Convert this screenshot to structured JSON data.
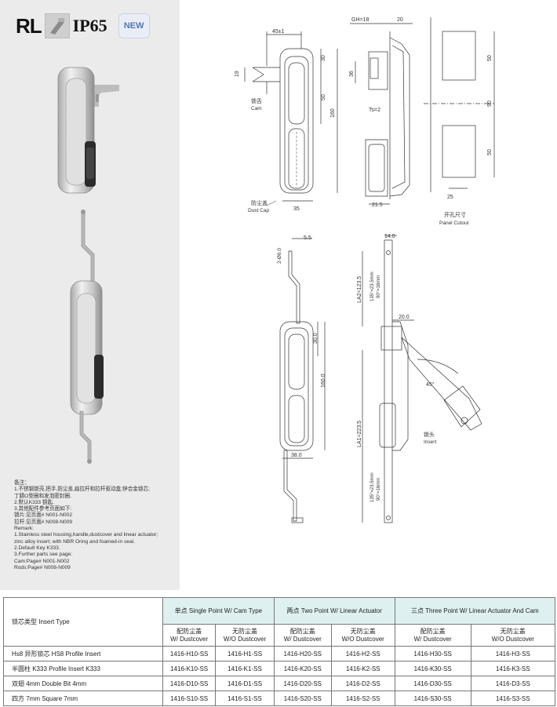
{
  "badges": {
    "rl": "RL",
    "ip": "IP65",
    "new": "NEW"
  },
  "notes": [
    "备注：",
    "1.不锈钢锁壳,把手,防尘盖,扁拉杆和拉杆驱动盒;锌合金锁芯;",
    "丁腈O型圈和发泡密封圈.",
    "2.默认K333 钥匙.",
    "3.其他配件参考页面如下:",
    "锁片:见页面# N001-N002",
    "拉杆:见页面# N008-N009",
    "Remark:",
    "1.Stainless steel housing,handle,dustcover and linear actuator;",
    "zinc alloy insert; with NBR Oring and foamed-in seal.",
    "2.Default Key K333.",
    "3.Further parts see page:",
    "Cam:Page# N001-N002",
    "Rods:Page# N008-N009"
  ],
  "drawing": {
    "dims": {
      "d45": "45±1",
      "d19": "19",
      "d30": "30",
      "d50": "50",
      "d160": "160",
      "d35": "35",
      "gh": "GH=18",
      "d20": "20",
      "d36": "36",
      "d21_5": "21.5",
      "ts": "Ts=2",
      "d50a": "50",
      "d90": "90",
      "d50b": "50",
      "d25": "25",
      "d5_5": "5.5",
      "d2x6": "2-Ø6.0",
      "d30_0": "30.0",
      "d160_0": "160.0",
      "d38": "38.0",
      "d14": "14.0",
      "d20_0": "20.0",
      "la2": "LA2=123.5",
      "la1": "LA1=223.5",
      "r135a": "135°=23.5mm",
      "r90a": "90°=16mm",
      "r135b": "135°=23.5mm",
      "r90b": "90°=16mm",
      "angle": "45°"
    },
    "labels": {
      "cam_cn": "锁舌",
      "cam_en": "Cam",
      "dust_cn": "防尘盖",
      "dust_en": "Dust Cap",
      "cutout_cn": "开孔尺寸",
      "cutout_en": "Panel Cutout",
      "insert_cn": "锁头",
      "insert_en": "Insert"
    }
  },
  "table": {
    "insert_type": "锁芯类型 Insert Type",
    "groups": [
      "单点 Single Point W/ Cam Type",
      "两点 Two Point W/ Linear Actuator",
      "三点 Three Point W/ Linear Actuator And Cam"
    ],
    "subheaders": [
      {
        "cn": "配防尘盖",
        "en": "W/ Dustcover"
      },
      {
        "cn": "无防尘盖",
        "en": "W/O Dustcover"
      },
      {
        "cn": "配防尘盖",
        "en": "W/ Dustcover"
      },
      {
        "cn": "无防尘盖",
        "en": "W/O Dustcover"
      },
      {
        "cn": "配防尘盖",
        "en": "W/ Dustcover"
      },
      {
        "cn": "无防尘盖",
        "en": "W/O Dustcover"
      }
    ],
    "rows": [
      {
        "label": "Hs8 异形锁芯 HS8 Profile Insert",
        "cells": [
          "1416-H10-SS",
          "1416-H1-SS",
          "1416-H20-SS",
          "1416-H2-SS",
          "1416-H30-SS",
          "1416-H3-SS"
        ]
      },
      {
        "label": "半圆柱 K333 Profile Insert K333",
        "cells": [
          "1416-K10-SS",
          "1416-K1-SS",
          "1416-K20-SS",
          "1416-K2-SS",
          "1416-K30-SS",
          "1416-K3-SS"
        ]
      },
      {
        "label": "双翅 4mm Double Bit 4mm",
        "cells": [
          "1416-D10-SS",
          "1416-D1-SS",
          "1416-D20-SS",
          "1416-D2-SS",
          "1416-D30-SS",
          "1416-D3-SS"
        ]
      },
      {
        "label": "四方 7mm Square 7mm",
        "cells": [
          "1416-S10-SS",
          "1416-S1-SS",
          "1416-S20-SS",
          "1416-S2-SS",
          "1416-S30-SS",
          "1416-S3-SS"
        ]
      }
    ]
  }
}
